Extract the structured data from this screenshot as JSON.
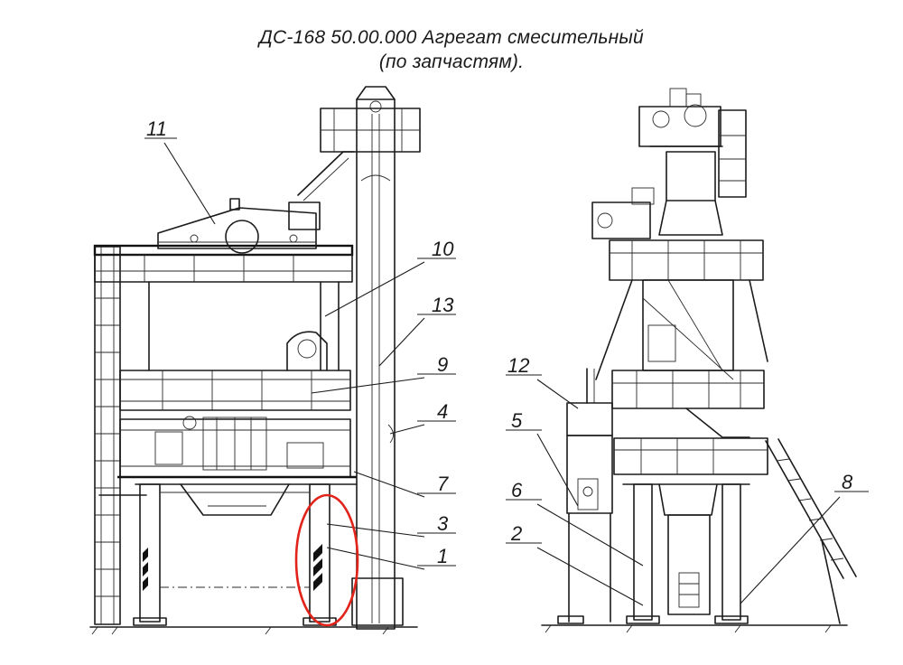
{
  "title": {
    "line1": "ДС-168 50.00.000 Агрегат смесительный",
    "line2": "(по запчастям)."
  },
  "callouts": {
    "c1": "1",
    "c2": "2",
    "c3": "3",
    "c4": "4",
    "c5": "5",
    "c6": "6",
    "c7": "7",
    "c8": "8",
    "c9": "9",
    "c10": "10",
    "c11": "11",
    "c12": "12",
    "c13": "13"
  },
  "colors": {
    "line": "#1b1b1b",
    "highlight": "#e2231a"
  }
}
